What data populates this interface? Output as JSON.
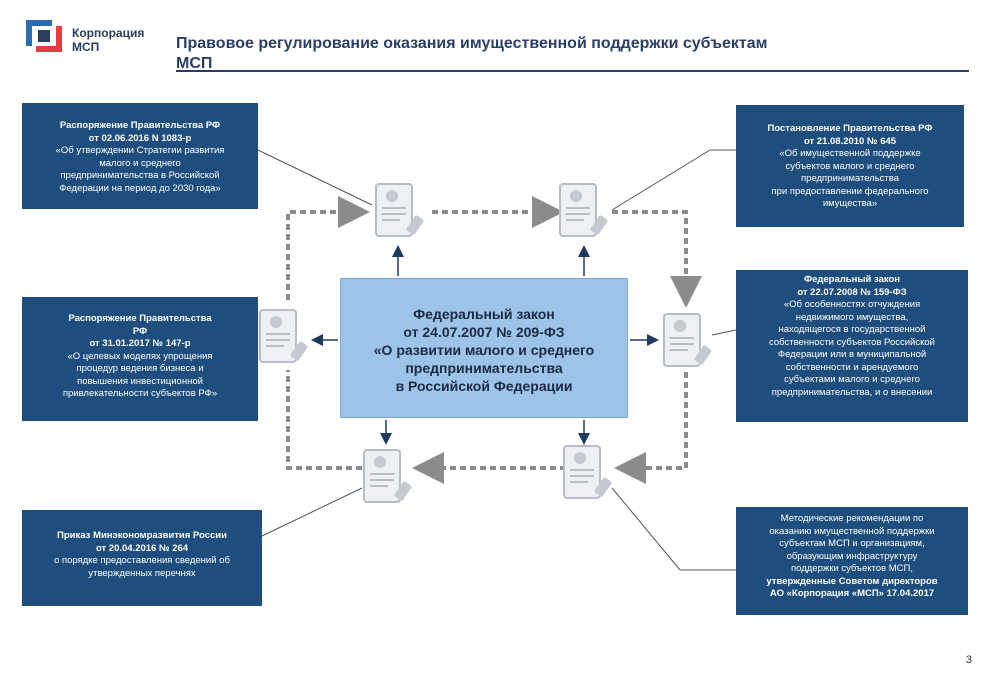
{
  "header": {
    "logo_line1": "Корпорация",
    "logo_line2": "МСП",
    "title_line1": "Правовое регулирование оказания имущественной поддержки субъектам",
    "title_line2": "МСП"
  },
  "center": {
    "line1": "Федеральный закон",
    "line2": "от 24.07.2007 № 209-ФЗ",
    "line3": "«О развитии малого и среднего",
    "line4": "предпринимательства",
    "line5": "в Российской Федерации"
  },
  "boxes": {
    "top_left": {
      "b1": "Распоряжение Правительства РФ",
      "b2": "от 02.06.2016 N 1083-р",
      "t1": "«Об утверждении Стратегии развития",
      "t2": "малого и среднего",
      "t3": "предпринимательства в Российской",
      "t4": "Федерации на период до 2030 года»"
    },
    "top_right": {
      "b1": "Постановление Правительства РФ",
      "b2": "от 21.08.2010 № 645",
      "t1": "«Об имущественной поддержке",
      "t2": "субъектов малого и среднего",
      "t3": "предпринимательства",
      "t4": "при предоставлении федерального",
      "t5": "имущества»"
    },
    "middle_left": {
      "b1": "Распоряжение Правительства",
      "b2": "РФ",
      "b3": "от 31.01.2017 № 147-р",
      "t1": "«О целевых моделях упрощения",
      "t2": "процедур ведения бизнеса и",
      "t3": "повышения инвестиционной",
      "t4": "привлекательности субъектов РФ»"
    },
    "middle_right": {
      "b1": "Федеральный закон",
      "b2": "от 22.07.2008 № 159-ФЗ",
      "t1": "«Об особенностях отчуждения",
      "t2": "недвижимого имущества,",
      "t3": "находящегося в государственной",
      "t4": "собственности субъектов Российской",
      "t5": "Федерации или в муниципальной",
      "t6": "собственности и арендуемого",
      "t7": "субъектами малого и среднего",
      "t8": "предпринимательства, и о внесении"
    },
    "bottom_left": {
      "b1": "Приказ Минэкономразвития России",
      "b2": "от 20.04.2016 № 264",
      "t1": "о порядке предоставления сведений об",
      "t2": "утвержденных перечнях"
    },
    "bottom_right": {
      "t1": "Методические рекомендации по",
      "t2": "оказанию имущественной поддержки",
      "t3": "субъектам МСП и организациям,",
      "t4": "образующим инфраструктуру",
      "t5": "поддержки субъектов МСП,",
      "b1": "утвержденные Советом директоров",
      "b2": "АО «Корпорация «МСП» 17.04.2017"
    }
  },
  "colors": {
    "box_fill": "#1f4e7e",
    "center_fill": "#9dc3e6",
    "title": "#2a3f63",
    "dashed": "#8c8c8c"
  },
  "icons": [
    "doc-icon",
    "logo-icon"
  ],
  "page_number": "3"
}
